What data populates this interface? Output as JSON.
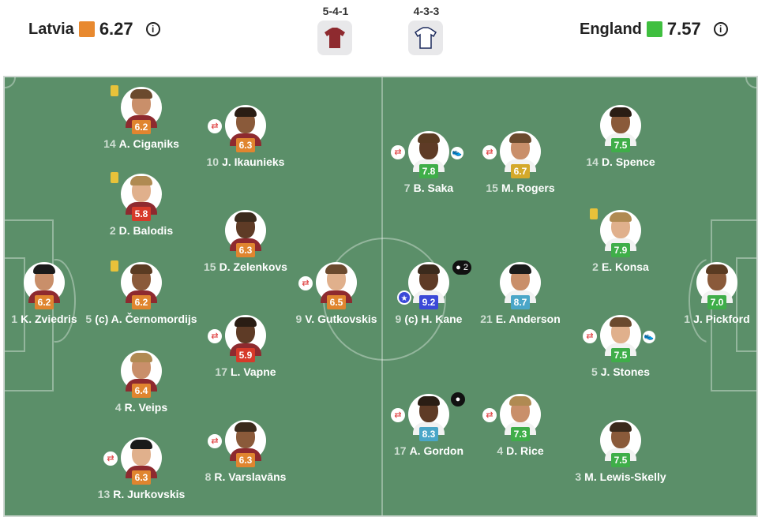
{
  "home": {
    "name": "Latvia",
    "rating": "6.27",
    "color": "#e8892f",
    "formation": "5-4-1",
    "shirt_color": "#8e2a2f"
  },
  "away": {
    "name": "England",
    "rating": "7.57",
    "color": "#3fbf3f",
    "formation": "4-3-3",
    "shirt_color": "#ffffff"
  },
  "rating_colors": {
    "orange": "#e0852f",
    "red": "#d63a2a",
    "green": "#3fae49",
    "yellow": "#d4a92a",
    "blue": "#4aa6c8",
    "navy": "#3b49d8"
  },
  "players": [
    {
      "num": "14",
      "name": "A. Cigaņiks",
      "rating": "6.2",
      "rc": "orange",
      "team": "home",
      "card": true
    },
    {
      "num": "10",
      "name": "J. Ikaunieks",
      "rating": "6.3",
      "rc": "orange",
      "team": "home",
      "sub": true
    },
    {
      "num": "2",
      "name": "D. Balodis",
      "rating": "5.8",
      "rc": "red",
      "team": "home",
      "card": true
    },
    {
      "num": "15",
      "name": "D. Zelenkovs",
      "rating": "6.3",
      "rc": "orange",
      "team": "home"
    },
    {
      "num": "1",
      "name": "K. Zviedris",
      "rating": "6.2",
      "rc": "orange",
      "team": "home"
    },
    {
      "num": "5",
      "name": "(c) A. Černomordijs",
      "rating": "6.2",
      "rc": "orange",
      "team": "home",
      "card": true
    },
    {
      "num": "9",
      "name": "V. Gutkovskis",
      "rating": "6.5",
      "rc": "orange",
      "team": "home",
      "sub": true
    },
    {
      "num": "17",
      "name": "L. Vapne",
      "rating": "5.9",
      "rc": "red",
      "team": "home",
      "sub": true
    },
    {
      "num": "4",
      "name": "R. Veips",
      "rating": "6.4",
      "rc": "orange",
      "team": "home"
    },
    {
      "num": "8",
      "name": "R. Varslavāns",
      "rating": "6.3",
      "rc": "orange",
      "team": "home",
      "sub": true
    },
    {
      "num": "13",
      "name": "R. Jurkovskis",
      "rating": "6.3",
      "rc": "orange",
      "team": "home",
      "sub": true
    },
    {
      "num": "7",
      "name": "B. Saka",
      "rating": "7.8",
      "rc": "green",
      "team": "away",
      "sub": true,
      "assist": true
    },
    {
      "num": "15",
      "name": "M. Rogers",
      "rating": "6.7",
      "rc": "yellow",
      "team": "away",
      "sub": true
    },
    {
      "num": "14",
      "name": "D. Spence",
      "rating": "7.5",
      "rc": "green",
      "team": "away"
    },
    {
      "num": "2",
      "name": "E. Konsa",
      "rating": "7.9",
      "rc": "green",
      "team": "away",
      "card": true
    },
    {
      "num": "9",
      "name": "(c) H. Kane",
      "rating": "9.2",
      "rc": "navy",
      "team": "away",
      "goals": "2",
      "star": true
    },
    {
      "num": "21",
      "name": "E. Anderson",
      "rating": "8.7",
      "rc": "blue",
      "team": "away"
    },
    {
      "num": "1",
      "name": "J. Pickford",
      "rating": "7.0",
      "rc": "green",
      "team": "away"
    },
    {
      "num": "5",
      "name": "J. Stones",
      "rating": "7.5",
      "rc": "green",
      "team": "away",
      "sub": true,
      "assist": true
    },
    {
      "num": "17",
      "name": "A. Gordon",
      "rating": "8.3",
      "rc": "blue",
      "team": "away",
      "sub": true,
      "goal": true
    },
    {
      "num": "4",
      "name": "D. Rice",
      "rating": "7.3",
      "rc": "green",
      "team": "away",
      "sub": true
    },
    {
      "num": "3",
      "name": "M. Lewis-Skelly",
      "rating": "7.5",
      "rc": "green",
      "team": "away"
    }
  ]
}
